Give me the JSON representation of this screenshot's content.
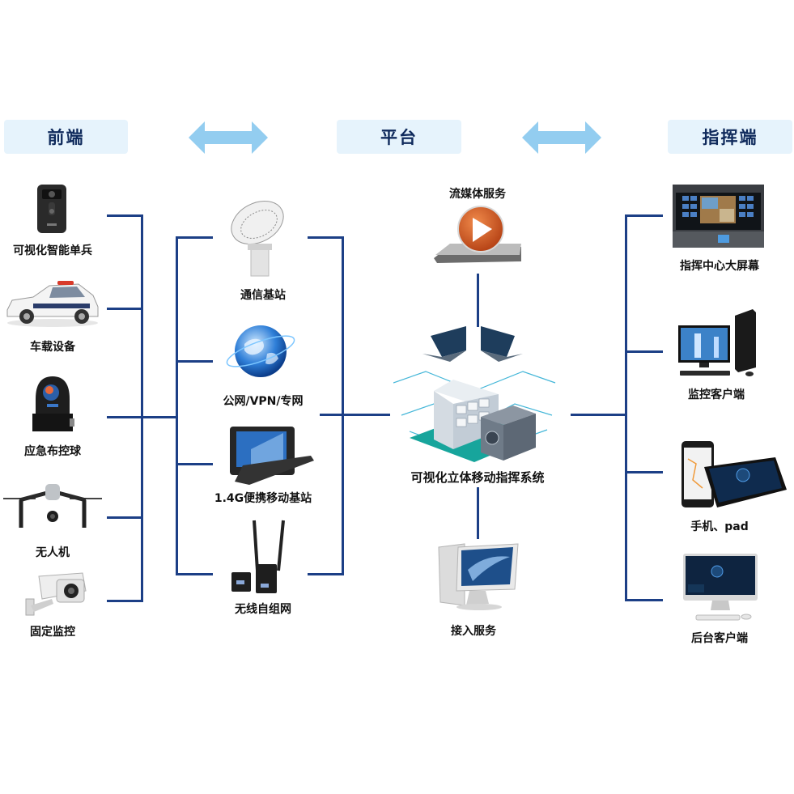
{
  "colors": {
    "connector": "#1c3f86",
    "header_bg": "#e6f3fc",
    "header_text": "#0f2a5c",
    "arrow": "#93cdf0"
  },
  "headers": {
    "front": "前端",
    "platform": "平台",
    "command": "指挥端"
  },
  "front_devices": [
    {
      "label": "可视化智能单兵",
      "icon": "body-camera-icon"
    },
    {
      "label": "车载设备",
      "icon": "police-car-icon"
    },
    {
      "label": "应急布控球",
      "icon": "ptz-dome-camera-icon"
    },
    {
      "label": "无人机",
      "icon": "drone-icon"
    },
    {
      "label": "固定监控",
      "icon": "surveillance-camera-icon"
    }
  ],
  "network": [
    {
      "label": "通信基站",
      "icon": "satellite-dish-icon"
    },
    {
      "label": "公网/VPN/专网",
      "icon": "globe-icon"
    },
    {
      "label": "1.4G便携移动基站",
      "icon": "rugged-laptop-icon"
    },
    {
      "label": "无线自组网",
      "icon": "wireless-mesh-radio-icon"
    }
  ],
  "platform": {
    "streaming": {
      "label": "流媒体服务",
      "icon": "play-button-icon"
    },
    "core": {
      "label": "可视化立体移动指挥系统",
      "icon": "server-cluster-icon"
    },
    "access": {
      "label": "接入服务",
      "icon": "desktop-monitor-icon"
    }
  },
  "command_terminals": [
    {
      "label": "指挥中心大屏幕",
      "icon": "video-wall-icon"
    },
    {
      "label": "监控客户端",
      "icon": "desktop-pc-icon"
    },
    {
      "label": "手机、pad",
      "icon": "phone-tablet-icon"
    },
    {
      "label": "后台客户端",
      "icon": "imac-icon"
    }
  ]
}
